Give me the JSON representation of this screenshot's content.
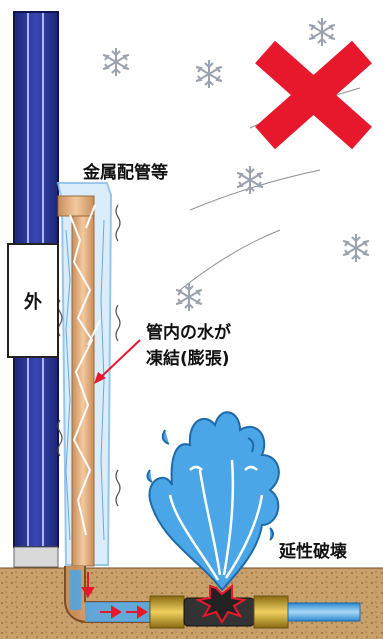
{
  "labels": {
    "outside": "外",
    "metal_pipe": "金属配管等",
    "freeze_line1": "管内の水が",
    "freeze_line2": "凍結(膨張)",
    "ductile_fracture": "延性破壊"
  },
  "colors": {
    "wall_blue": "#2e3a9e",
    "pipe_copper": "#e8b88c",
    "ice": "#cfe6fb",
    "cross_red": "#e8182c",
    "arrow_red": "#e8182c",
    "ground": "#c8a06b",
    "water_blue": "#4aa6e6"
  },
  "icons": [
    "snowflake-icon",
    "cross-mark-icon",
    "water-burst-icon",
    "flow-arrow-icon"
  ]
}
